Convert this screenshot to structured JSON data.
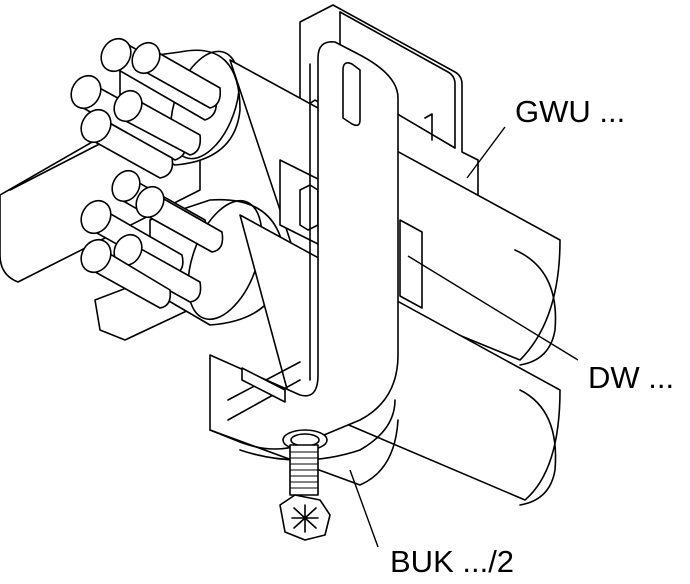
{
  "diagram": {
    "subject": "cable clamp assembly, isometric line drawing",
    "colors": {
      "line": "#000000",
      "background": "#ffffff"
    },
    "callouts": [
      {
        "id": "gwu",
        "label": "GWU ...",
        "points_to": "channel-bracket"
      },
      {
        "id": "dw",
        "label": "DW ...",
        "points_to": "spacer-plate"
      },
      {
        "id": "buk",
        "label": "BUK .../2",
        "points_to": "clamp-strap-with-screw"
      }
    ]
  }
}
